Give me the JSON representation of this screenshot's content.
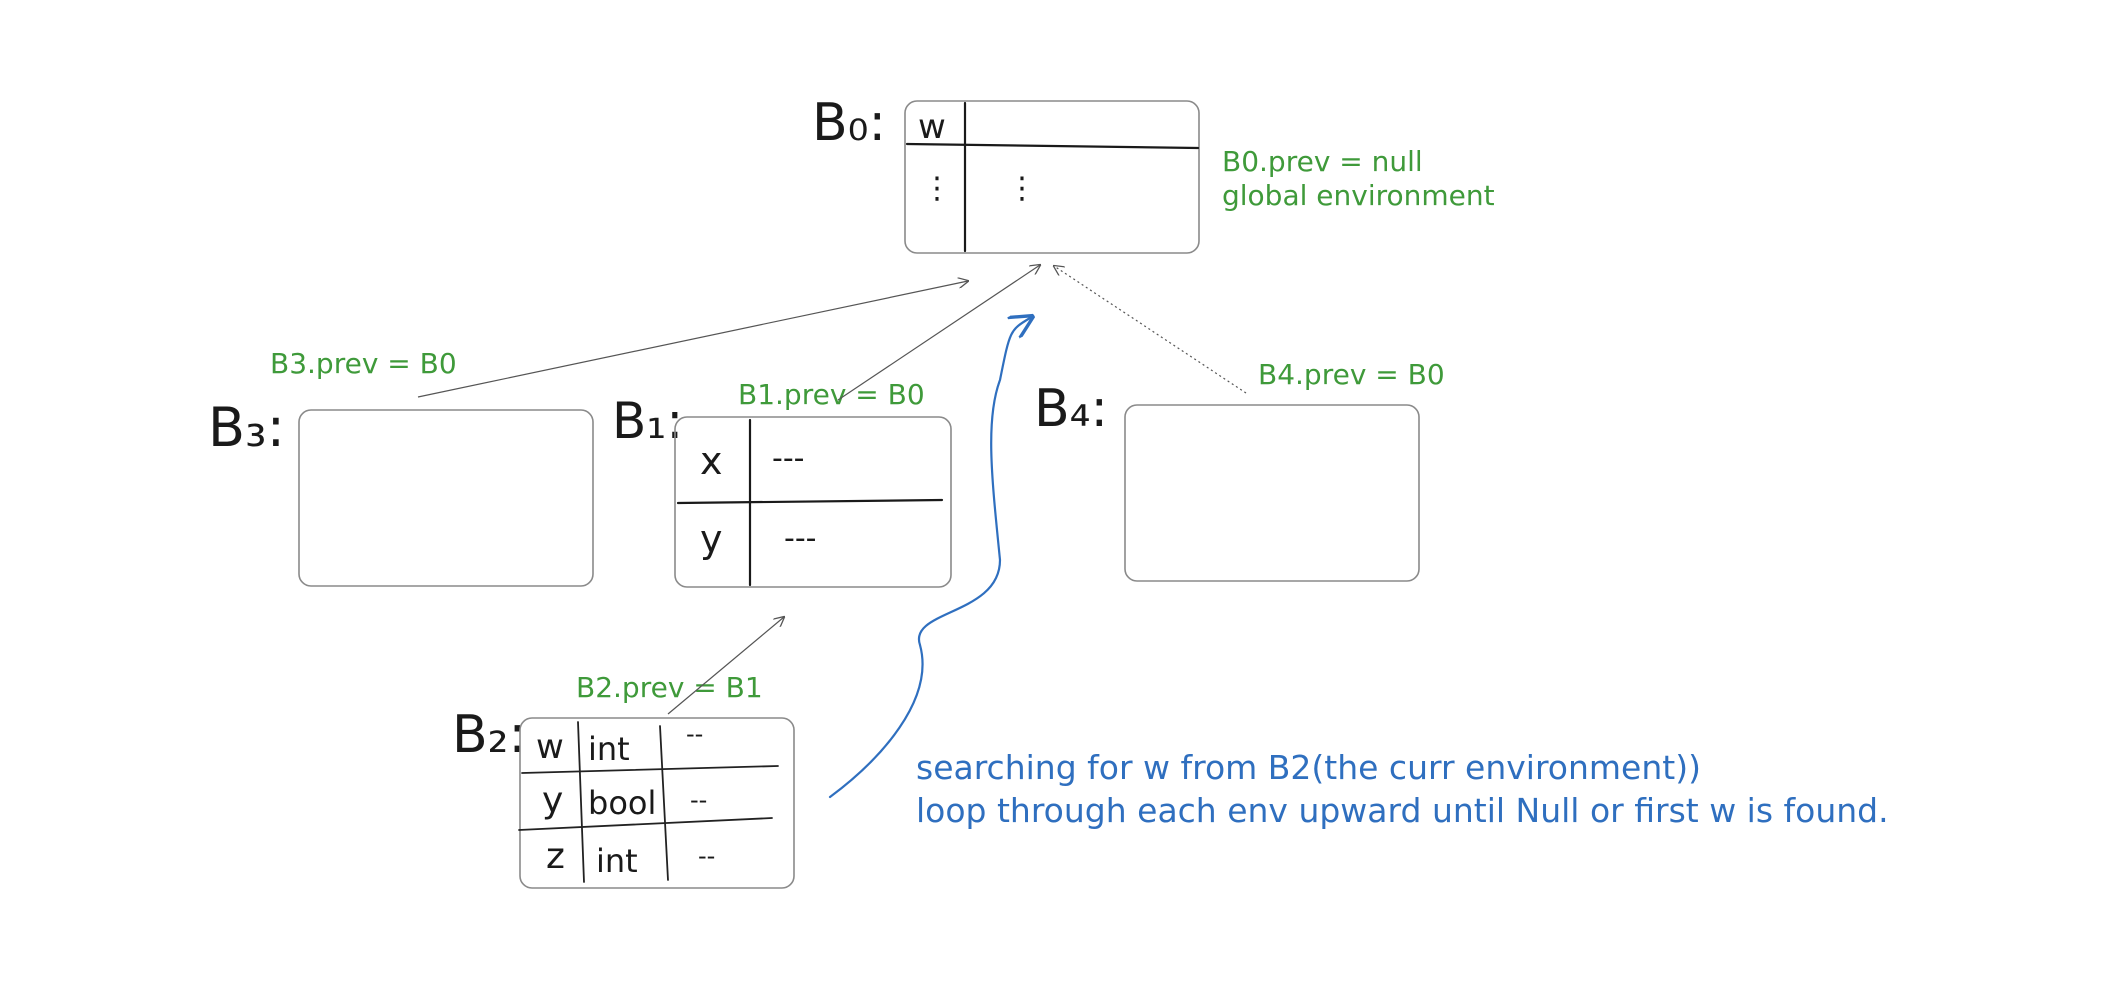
{
  "colors": {
    "label": "#3f9a3a",
    "note": "#2f6fbf",
    "ink": "#1a1a1a",
    "box": "#8a8a8a"
  },
  "blocks": {
    "b0": {
      "name": "B₀:",
      "cells": {
        "var": "w",
        "dots_left": "⋮",
        "dots_right": "⋮"
      }
    },
    "b1": {
      "name": "B₁:",
      "cells": {
        "row1_var": "x",
        "row1_val": "---",
        "row2_var": "y",
        "row2_val": "---"
      }
    },
    "b2": {
      "name": "B₂:",
      "rows": [
        {
          "var": "w",
          "type": "int",
          "val": "--"
        },
        {
          "var": "y",
          "type": "bool",
          "val": "--"
        },
        {
          "var": "z",
          "type": "int",
          "val": "--"
        }
      ]
    },
    "b3": {
      "name": "B₃:"
    },
    "b4": {
      "name": "B₄:"
    }
  },
  "labels": {
    "b0_prev": "B0.prev = null",
    "b0_desc": "global environment",
    "b1_prev": "B1.prev = B0",
    "b2_prev": "B2.prev = B1",
    "b3_prev": "B3.prev = B0",
    "b4_prev": "B4.prev = B0"
  },
  "note": {
    "line1": "searching for w from B2(the curr environment))",
    "line2": "loop through each env upward until Null or first w is found."
  }
}
